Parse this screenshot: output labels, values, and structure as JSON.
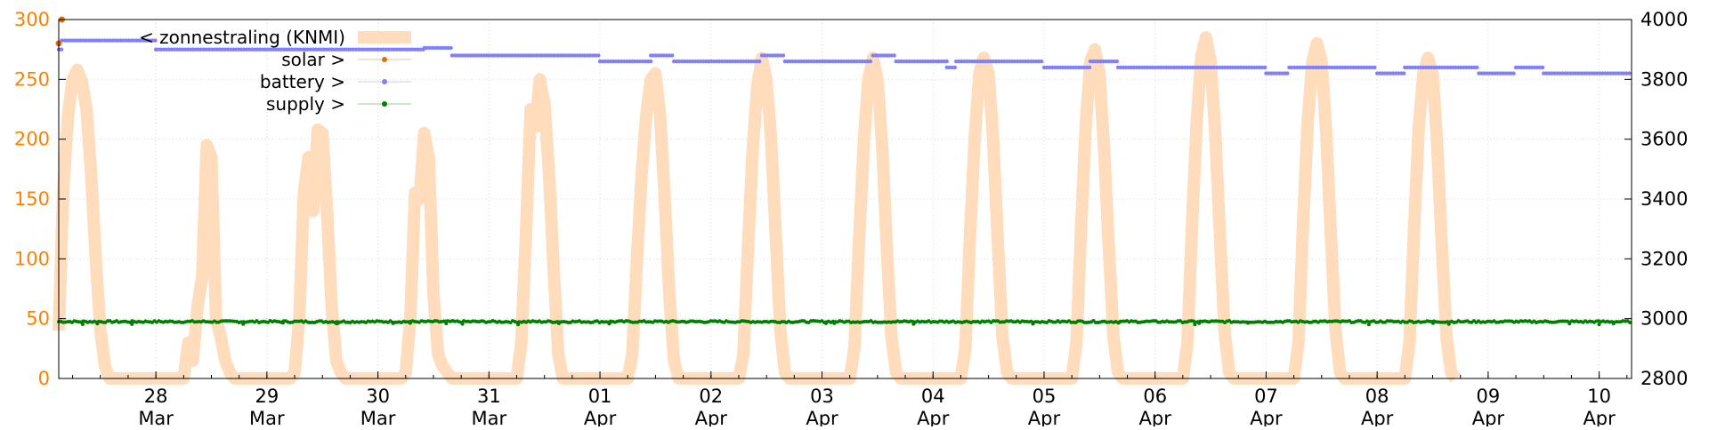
{
  "chart_data": {
    "type": "line",
    "title": "",
    "xlabel": "",
    "ylabel_left": "",
    "ylabel_right": "",
    "x_domain": [
      "2024-03-27T03:00",
      "2024-04-10T07:00"
    ],
    "x_ticks": [
      {
        "date": "2024-03-28T00:00",
        "day": "28",
        "month": "Mar"
      },
      {
        "date": "2024-03-29T00:00",
        "day": "29",
        "month": "Mar"
      },
      {
        "date": "2024-03-30T00:00",
        "day": "30",
        "month": "Mar"
      },
      {
        "date": "2024-03-31T00:00",
        "day": "31",
        "month": "Mar"
      },
      {
        "date": "2024-04-01T00:00",
        "day": "01",
        "month": "Apr"
      },
      {
        "date": "2024-04-02T00:00",
        "day": "02",
        "month": "Apr"
      },
      {
        "date": "2024-04-03T00:00",
        "day": "03",
        "month": "Apr"
      },
      {
        "date": "2024-04-04T00:00",
        "day": "04",
        "month": "Apr"
      },
      {
        "date": "2024-04-05T00:00",
        "day": "05",
        "month": "Apr"
      },
      {
        "date": "2024-04-06T00:00",
        "day": "06",
        "month": "Apr"
      },
      {
        "date": "2024-04-07T00:00",
        "day": "07",
        "month": "Apr"
      },
      {
        "date": "2024-04-08T00:00",
        "day": "08",
        "month": "Apr"
      },
      {
        "date": "2024-04-09T00:00",
        "day": "09",
        "month": "Apr"
      },
      {
        "date": "2024-04-10T00:00",
        "day": "10",
        "month": "Apr"
      }
    ],
    "y_left": {
      "min": 0,
      "max": 300,
      "ticks": [
        0,
        50,
        100,
        150,
        200,
        250,
        300
      ],
      "tick_labels": [
        "0",
        "50",
        "100",
        "150",
        "200",
        "250",
        "300"
      ],
      "color": "#ff8000"
    },
    "y_right": {
      "min": 2800,
      "max": 4000,
      "ticks": [
        2800,
        3000,
        3200,
        3400,
        3600,
        3800,
        4000
      ],
      "tick_labels": [
        "2800",
        "3000",
        "3200",
        "3400",
        "3600",
        "3800",
        "4000"
      ]
    },
    "grid": true,
    "legend_position": "top-left",
    "series": [
      {
        "name": "< zonnestraling (KNMI)",
        "axis": "left",
        "style": "thick-line",
        "color": "#ffdcbc",
        "daily_profiles": [
          {
            "date": "2024-03-27",
            "points": [
              [
                3,
                40
              ],
              [
                4,
                160
              ],
              [
                5,
                220
              ],
              [
                6,
                250
              ],
              [
                7,
                258
              ],
              [
                8,
                248
              ],
              [
                9,
                225
              ],
              [
                10,
                170
              ],
              [
                11,
                100
              ],
              [
                12,
                40
              ],
              [
                13,
                10
              ],
              [
                14,
                0
              ]
            ]
          },
          {
            "date": "2024-03-28",
            "points": [
              [
                0,
                0
              ],
              [
                5,
                0
              ],
              [
                6,
                0
              ],
              [
                7,
                30
              ],
              [
                8,
                15
              ],
              [
                9,
                60
              ],
              [
                10,
                85
              ],
              [
                11,
                195
              ],
              [
                12,
                185
              ],
              [
                13,
                50
              ],
              [
                14,
                35
              ],
              [
                15,
                15
              ],
              [
                16,
                5
              ],
              [
                17,
                0
              ]
            ]
          },
          {
            "date": "2024-03-29",
            "points": [
              [
                0,
                0
              ],
              [
                5,
                0
              ],
              [
                6,
                5
              ],
              [
                7,
                50
              ],
              [
                8,
                155
              ],
              [
                9,
                185
              ],
              [
                10,
                140
              ],
              [
                11,
                208
              ],
              [
                12,
                205
              ],
              [
                13,
                140
              ],
              [
                14,
                60
              ],
              [
                15,
                15
              ],
              [
                16,
                5
              ],
              [
                17,
                0
              ]
            ]
          },
          {
            "date": "2024-03-30",
            "points": [
              [
                0,
                0
              ],
              [
                5,
                0
              ],
              [
                6,
                5
              ],
              [
                7,
                50
              ],
              [
                8,
                155
              ],
              [
                9,
                150
              ],
              [
                10,
                205
              ],
              [
                11,
                185
              ],
              [
                12,
                70
              ],
              [
                13,
                20
              ],
              [
                14,
                10
              ],
              [
                15,
                5
              ],
              [
                16,
                0
              ]
            ]
          },
          {
            "date": "2024-03-31",
            "points": [
              [
                0,
                0
              ],
              [
                6,
                0
              ],
              [
                7,
                30
              ],
              [
                8,
                120
              ],
              [
                9,
                225
              ],
              [
                10,
                210
              ],
              [
                11,
                250
              ],
              [
                12,
                230
              ],
              [
                13,
                170
              ],
              [
                14,
                90
              ],
              [
                15,
                20
              ],
              [
                16,
                0
              ]
            ]
          },
          {
            "date": "2024-04-01",
            "points": [
              [
                0,
                0
              ],
              [
                6,
                0
              ],
              [
                7,
                20
              ],
              [
                8,
                100
              ],
              [
                9,
                170
              ],
              [
                10,
                220
              ],
              [
                11,
                250
              ],
              [
                12,
                255
              ],
              [
                13,
                220
              ],
              [
                14,
                150
              ],
              [
                15,
                70
              ],
              [
                16,
                15
              ],
              [
                17,
                0
              ]
            ]
          },
          {
            "date": "2024-04-02",
            "points": [
              [
                0,
                0
              ],
              [
                6,
                0
              ],
              [
                7,
                20
              ],
              [
                8,
                110
              ],
              [
                9,
                190
              ],
              [
                10,
                245
              ],
              [
                11,
                268
              ],
              [
                12,
                250
              ],
              [
                13,
                200
              ],
              [
                14,
                120
              ],
              [
                15,
                40
              ],
              [
                16,
                5
              ],
              [
                17,
                0
              ]
            ]
          },
          {
            "date": "2024-04-03",
            "points": [
              [
                0,
                0
              ],
              [
                6,
                0
              ],
              [
                7,
                25
              ],
              [
                8,
                115
              ],
              [
                9,
                195
              ],
              [
                10,
                250
              ],
              [
                11,
                268
              ],
              [
                12,
                250
              ],
              [
                13,
                195
              ],
              [
                14,
                110
              ],
              [
                15,
                35
              ],
              [
                16,
                5
              ],
              [
                17,
                0
              ]
            ]
          },
          {
            "date": "2024-04-04",
            "points": [
              [
                0,
                0
              ],
              [
                6,
                0
              ],
              [
                7,
                25
              ],
              [
                8,
                120
              ],
              [
                9,
                200
              ],
              [
                10,
                255
              ],
              [
                11,
                268
              ],
              [
                12,
                255
              ],
              [
                13,
                200
              ],
              [
                14,
                115
              ],
              [
                15,
                35
              ],
              [
                16,
                5
              ],
              [
                17,
                0
              ]
            ]
          },
          {
            "date": "2024-04-05",
            "points": [
              [
                0,
                0
              ],
              [
                6,
                0
              ],
              [
                7,
                30
              ],
              [
                8,
                125
              ],
              [
                9,
                210
              ],
              [
                10,
                265
              ],
              [
                11,
                275
              ],
              [
                12,
                255
              ],
              [
                13,
                190
              ],
              [
                14,
                110
              ],
              [
                15,
                35
              ],
              [
                16,
                5
              ],
              [
                17,
                0
              ]
            ]
          },
          {
            "date": "2024-04-06",
            "points": [
              [
                0,
                0
              ],
              [
                6,
                0
              ],
              [
                7,
                30
              ],
              [
                8,
                130
              ],
              [
                9,
                215
              ],
              [
                10,
                270
              ],
              [
                11,
                285
              ],
              [
                12,
                265
              ],
              [
                13,
                205
              ],
              [
                14,
                120
              ],
              [
                15,
                40
              ],
              [
                16,
                5
              ],
              [
                17,
                0
              ]
            ]
          },
          {
            "date": "2024-04-07",
            "points": [
              [
                0,
                0
              ],
              [
                6,
                0
              ],
              [
                7,
                30
              ],
              [
                8,
                130
              ],
              [
                9,
                215
              ],
              [
                10,
                265
              ],
              [
                11,
                280
              ],
              [
                12,
                265
              ],
              [
                13,
                205
              ],
              [
                14,
                120
              ],
              [
                15,
                40
              ],
              [
                16,
                5
              ],
              [
                17,
                0
              ]
            ]
          },
          {
            "date": "2024-04-08",
            "points": [
              [
                0,
                0
              ],
              [
                6,
                0
              ],
              [
                7,
                30
              ],
              [
                8,
                125
              ],
              [
                9,
                210
              ],
              [
                10,
                255
              ],
              [
                11,
                268
              ],
              [
                12,
                255
              ],
              [
                13,
                195
              ],
              [
                14,
                110
              ],
              [
                15,
                35
              ],
              [
                16,
                5
              ],
              [
                17,
                0
              ]
            ]
          }
        ]
      },
      {
        "name": "solar >",
        "axis": "right",
        "style": "points",
        "color": "#e06e00",
        "points": [
          [
            "2024-03-27T03:00",
            3920
          ],
          [
            "2024-03-27T03:40",
            4000
          ]
        ]
      },
      {
        "name": "battery >",
        "axis": "right",
        "style": "points",
        "color": "#8080ff",
        "steps": [
          [
            "2024-03-27T03:00",
            "2024-03-27T03:40",
            3900
          ],
          [
            "2024-03-27T03:40",
            "2024-03-28T00:00",
            3930
          ],
          [
            "2024-03-28T00:00",
            "2024-03-30T00:00",
            3900
          ],
          [
            "2024-03-30T00:00",
            "2024-03-30T10:00",
            3900
          ],
          [
            "2024-03-30T10:00",
            "2024-03-30T16:00",
            3905
          ],
          [
            "2024-03-30T16:00",
            "2024-03-31T00:00",
            3880
          ],
          [
            "2024-03-31T00:00",
            "2024-04-01T00:00",
            3880
          ],
          [
            "2024-04-01T00:00",
            "2024-04-01T11:00",
            3860
          ],
          [
            "2024-04-01T11:00",
            "2024-04-01T16:00",
            3880
          ],
          [
            "2024-04-01T16:00",
            "2024-04-02T11:00",
            3860
          ],
          [
            "2024-04-02T11:00",
            "2024-04-02T16:00",
            3880
          ],
          [
            "2024-04-02T16:00",
            "2024-04-03T11:00",
            3860
          ],
          [
            "2024-04-03T11:00",
            "2024-04-03T16:00",
            3880
          ],
          [
            "2024-04-03T16:00",
            "2024-04-04T03:00",
            3860
          ],
          [
            "2024-04-04T03:00",
            "2024-04-04T05:00",
            3840
          ],
          [
            "2024-04-04T05:00",
            "2024-04-05T00:00",
            3860
          ],
          [
            "2024-04-05T00:00",
            "2024-04-05T10:00",
            3840
          ],
          [
            "2024-04-05T10:00",
            "2024-04-05T16:00",
            3860
          ],
          [
            "2024-04-05T16:00",
            "2024-04-07T00:00",
            3840
          ],
          [
            "2024-04-07T00:00",
            "2024-04-07T05:00",
            3820
          ],
          [
            "2024-04-07T05:00",
            "2024-04-08T00:00",
            3840
          ],
          [
            "2024-04-08T00:00",
            "2024-04-08T06:00",
            3820
          ],
          [
            "2024-04-08T06:00",
            "2024-04-08T22:00",
            3840
          ],
          [
            "2024-04-08T22:00",
            "2024-04-09T06:00",
            3820
          ],
          [
            "2024-04-09T06:00",
            "2024-04-09T12:00",
            3840
          ],
          [
            "2024-04-09T12:00",
            "2024-04-10T07:00",
            3820
          ]
        ]
      },
      {
        "name": "supply >",
        "axis": "right",
        "style": "points",
        "color": "#008000",
        "points": [
          [
            "2024-03-27T03:00",
            2990
          ],
          [
            "2024-04-10T07:00",
            2990
          ]
        ]
      }
    ]
  }
}
